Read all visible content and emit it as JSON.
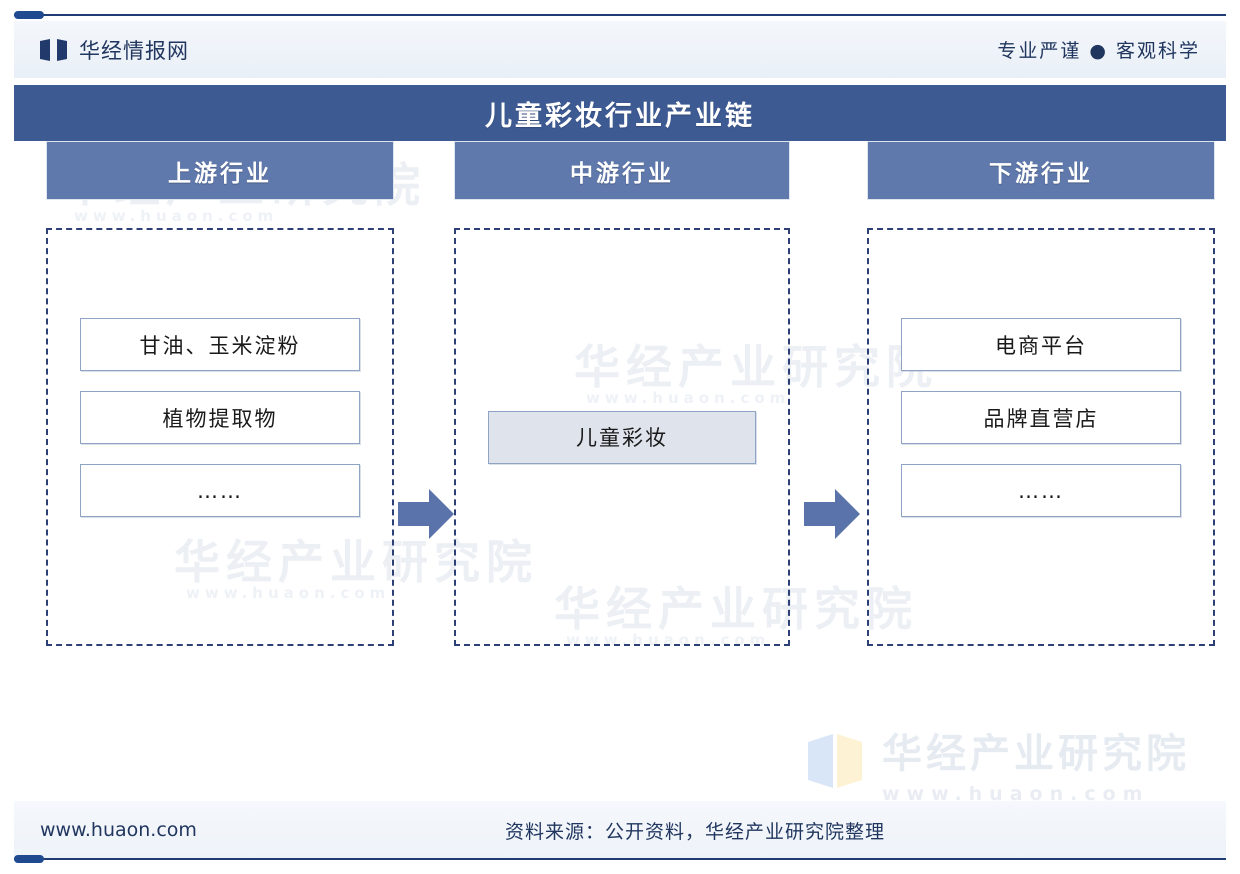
{
  "header": {
    "brand_name": "华经情报网",
    "logo_icon": "open-book-icon",
    "slogan": "专业严谨 ● 客观科学"
  },
  "title_bar": {
    "title": "儿童彩妆行业产业链"
  },
  "chart_data": {
    "type": "diagram",
    "title": "儿童彩妆行业产业链",
    "columns": [
      {
        "header": "上游行业",
        "items": [
          "甘油、玉米淀粉",
          "植物提取物",
          "……"
        ],
        "highlight": false
      },
      {
        "header": "中游行业",
        "items": [
          "儿童彩妆"
        ],
        "highlight": true
      },
      {
        "header": "下游行业",
        "items": [
          "电商平台",
          "品牌直营店",
          "……"
        ],
        "highlight": false
      }
    ],
    "connectors": [
      "arrow-right",
      "arrow-right"
    ]
  },
  "watermark": {
    "title": "华经产业研究院",
    "url": "www.huaon.com"
  },
  "footer": {
    "url": "www.huaon.com",
    "source": "资料来源：公开资料，华经产业研究院整理"
  },
  "colors": {
    "title_bar": "#3d5a93",
    "column_header": "#6079ac",
    "dashed_border": "#2c4076",
    "arrow": "#5a74ab",
    "box_border": "#8fa4c4",
    "highlight_fill": "#dfe3ec",
    "accent_rule": "#1f3c73"
  }
}
